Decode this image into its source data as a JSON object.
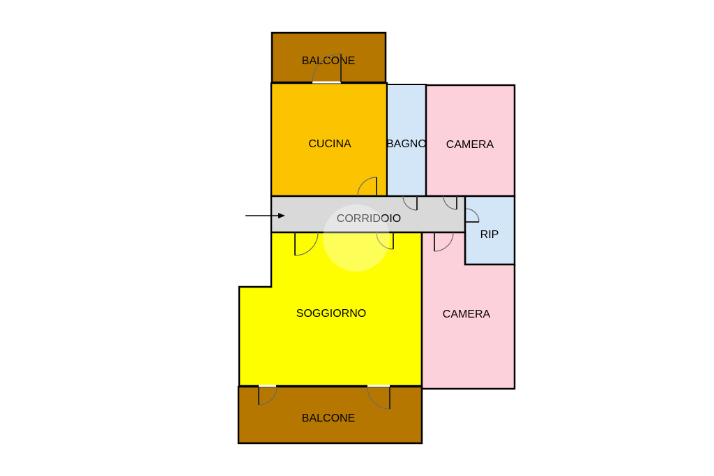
{
  "colors": {
    "balcony": "#b57700",
    "kitchen": "#fcc400",
    "bathroom": "#d3e6f8",
    "bedroom": "#fdd1dc",
    "corridor": "#d9d9d9",
    "storage": "#d3e6f8",
    "living": "#fefe00",
    "wall": "#000000"
  },
  "rooms": {
    "balcony_top": "BALCONE",
    "kitchen": "CUCINA",
    "bathroom": "BAGNO",
    "bedroom_top": "CAMERA",
    "corridor": "CORRIDOIO",
    "storage": "RIP",
    "living": "SOGGIORNO",
    "bedroom_bottom": "CAMERA",
    "balcony_bottom": "BALCONE"
  },
  "entrance_marker": "arrow-right"
}
